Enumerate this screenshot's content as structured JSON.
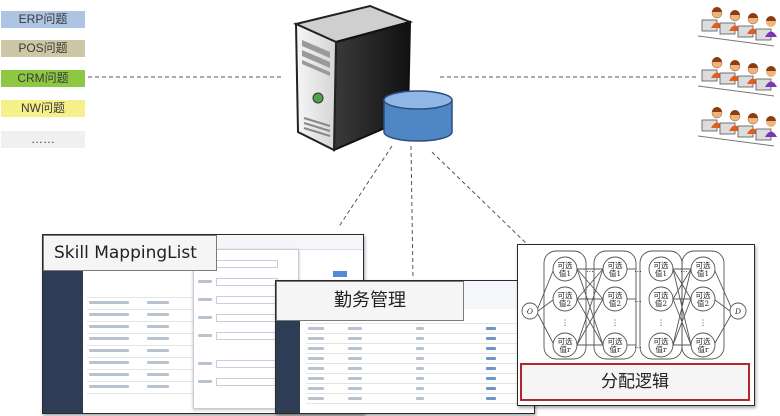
{
  "categories": [
    {
      "label": "ERP问题",
      "color": "#aec4e3"
    },
    {
      "label": "POS问题",
      "color": "#cec7a6"
    },
    {
      "label": "CRM问题",
      "color": "#8cc842"
    },
    {
      "label": "NW问题",
      "color": "#f6f08a"
    },
    {
      "label": "……",
      "color": "#f0f0f0"
    }
  ],
  "panels": {
    "skill_mapping": {
      "label": "Skill MappingList"
    },
    "attendance": {
      "label": "勤务管理"
    },
    "allocation": {
      "label": "分配逻辑"
    }
  },
  "graph": {
    "source": "O",
    "sink": "D",
    "node_line1": "可选",
    "node_line2": [
      "值1",
      "值2",
      "值r"
    ],
    "ellipsis": "…",
    "vdots": "⋮"
  },
  "colors": {
    "server_body": "#e7e7e7",
    "database": "#4e86c6",
    "allocation_border": "#b2262b"
  }
}
